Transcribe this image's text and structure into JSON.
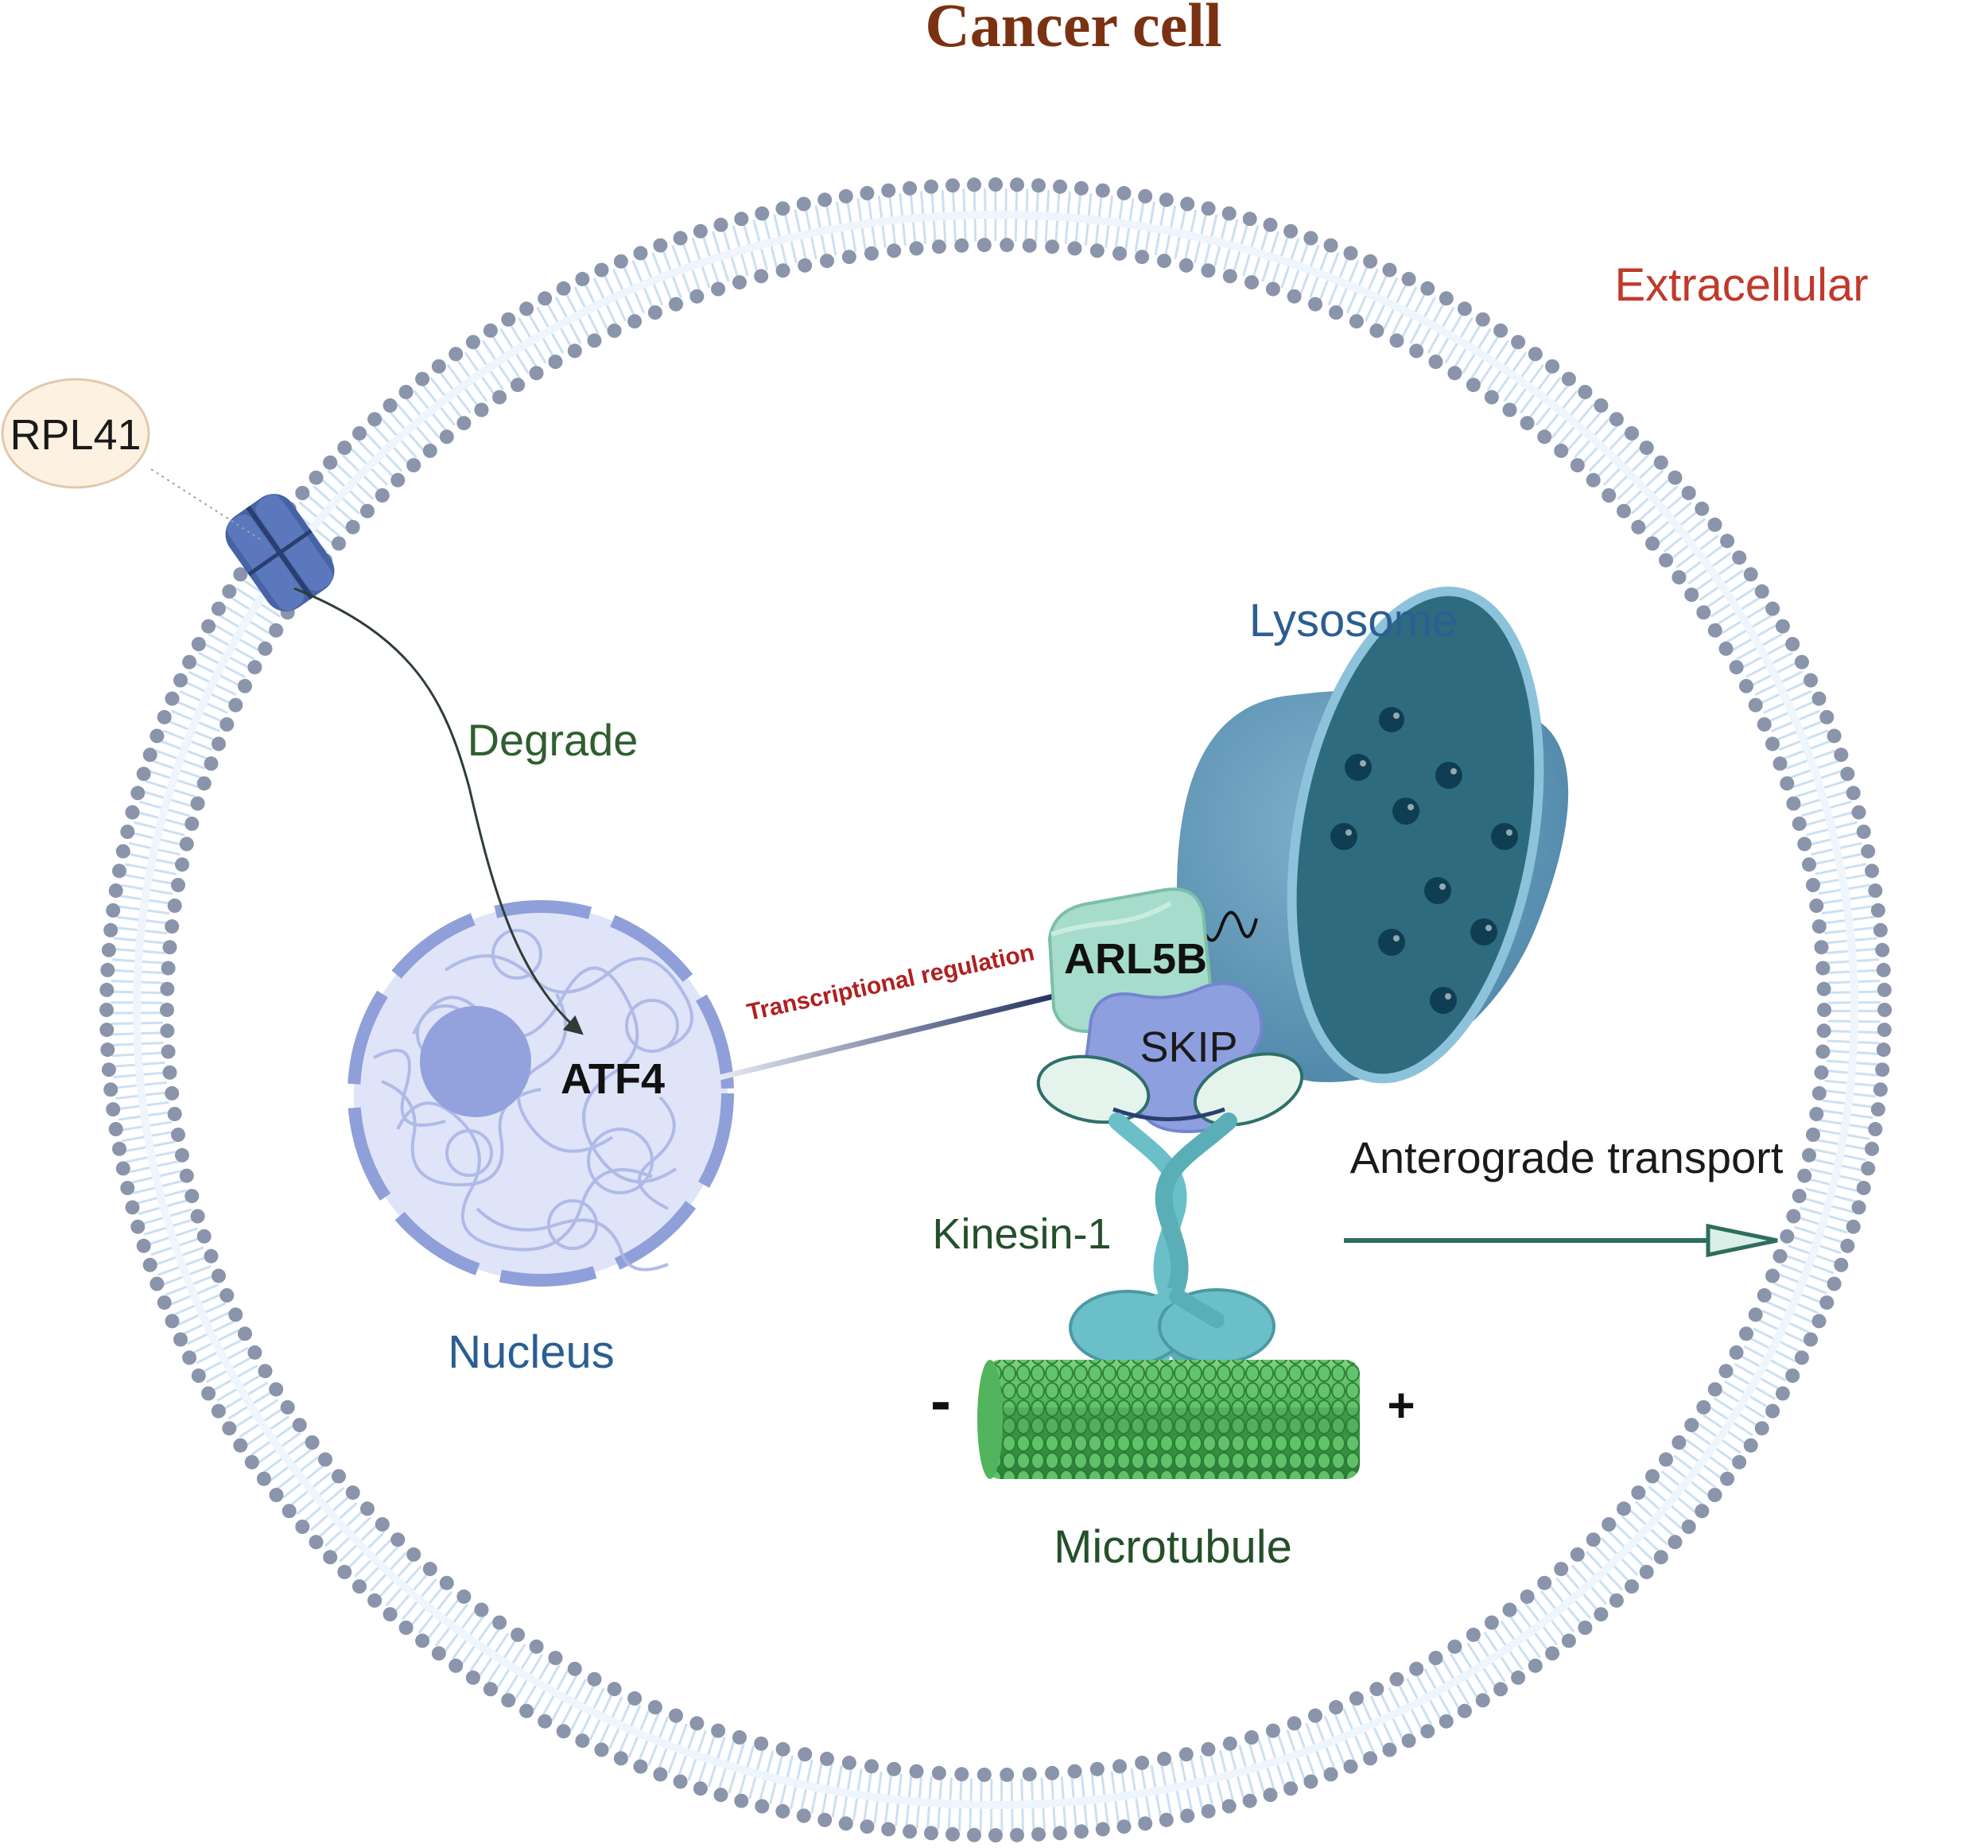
{
  "title": "Cancer cell",
  "labels": {
    "extracellular": "Extracellular",
    "rpl41": "RPL41",
    "degrade": "Degrade",
    "lysosome": "Lysosome",
    "nucleus": "Nucleus",
    "atf4": "ATF4",
    "transcriptional_regulation": "Transcriptional regulation",
    "arl5b": "ARL5B",
    "skip": "SKIP",
    "kinesin": "Kinesin-1",
    "anterograde": "Anterograde transport",
    "microtubule": "Microtubule",
    "minus_end": "-",
    "plus_end": "+"
  },
  "colors": {
    "title": "#7a3212",
    "extracellular": "#c0392b",
    "membrane_dot": "#8a94aa",
    "membrane_tail": "#b7d3ec",
    "channel": "#3e5b9a",
    "degrade": "#2f5f2f",
    "nucleus_fill": "#dfe4f8",
    "nucleus_rim": "#8f9fd9",
    "nucleolus": "#8f9fd9",
    "nucleus_label": "#2b5e91",
    "lysosome_outer": "#5d93b4",
    "lysosome_inner": "#2f6b7f",
    "lysosome_label": "#2b5e91",
    "lysosome_granule": "#0f3e52",
    "arl5b": "#a6dccb",
    "skip": "#8e9fe0",
    "kinesin": "#6bbfc8",
    "microtubule": "#3f9e4b",
    "transcription_text": "#b02020",
    "arrow_green": "#2d6e5e",
    "text_dark": "#1a1a1a",
    "green_label": "#24502a"
  }
}
